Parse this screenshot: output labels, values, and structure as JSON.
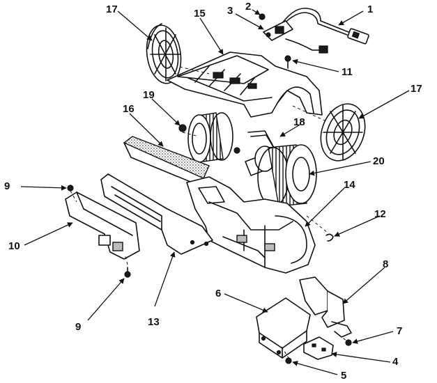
{
  "callouts": [
    {
      "id": "c1",
      "text": "1"
    },
    {
      "id": "c2",
      "text": "2"
    },
    {
      "id": "c3",
      "text": "3"
    },
    {
      "id": "c4",
      "text": "4"
    },
    {
      "id": "c5",
      "text": "5"
    },
    {
      "id": "c6",
      "text": "6"
    },
    {
      "id": "c7",
      "text": "7"
    },
    {
      "id": "c8",
      "text": "8"
    },
    {
      "id": "c9a",
      "text": "9"
    },
    {
      "id": "c9b",
      "text": "9"
    },
    {
      "id": "c10",
      "text": "10"
    },
    {
      "id": "c11",
      "text": "11"
    },
    {
      "id": "c12",
      "text": "12"
    },
    {
      "id": "c13",
      "text": "13"
    },
    {
      "id": "c14",
      "text": "14"
    },
    {
      "id": "c15",
      "text": "15"
    },
    {
      "id": "c16",
      "text": "16"
    },
    {
      "id": "c17a",
      "text": "17"
    },
    {
      "id": "c17b",
      "text": "17"
    },
    {
      "id": "c18",
      "text": "18"
    },
    {
      "id": "c19",
      "text": "19"
    },
    {
      "id": "c20",
      "text": "20"
    }
  ]
}
